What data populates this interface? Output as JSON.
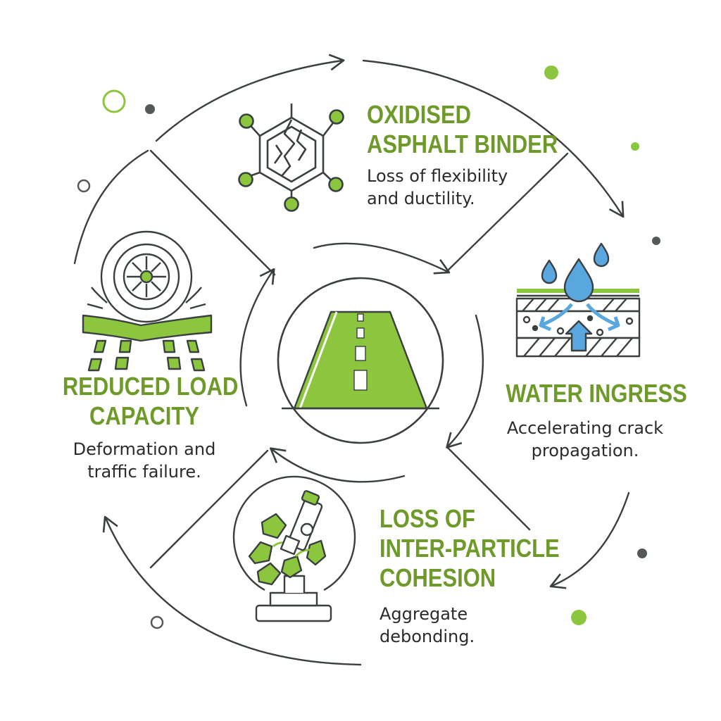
{
  "colors": {
    "accent": "#8cc63f",
    "accent_dark": "#6e9a2a",
    "line": "#3a3f3f",
    "water": "#5aa7df",
    "text": "#2b2b2b"
  },
  "steps": [
    {
      "icon": "binder-molecule-icon",
      "title_lines": [
        "OXIDISED",
        "ASPHALT BINDER"
      ],
      "desc_lines": [
        "Loss of flexibility",
        "and ductility."
      ]
    },
    {
      "icon": "water-ingress-icon",
      "title_lines": [
        "WATER INGRESS"
      ],
      "desc_lines": [
        "Accelerating crack",
        "propagation."
      ]
    },
    {
      "icon": "microscope-aggregate-icon",
      "title_lines": [
        "LOSS OF",
        "INTER-PARTICLE",
        "COHESION"
      ],
      "desc_lines": [
        "Aggregate",
        "debonding."
      ]
    },
    {
      "icon": "tire-deformation-icon",
      "title_lines": [
        "REDUCED LOAD",
        "CAPACITY"
      ],
      "desc_lines": [
        "Deformation and",
        "traffic failure."
      ]
    }
  ],
  "center_icon": "road-icon"
}
